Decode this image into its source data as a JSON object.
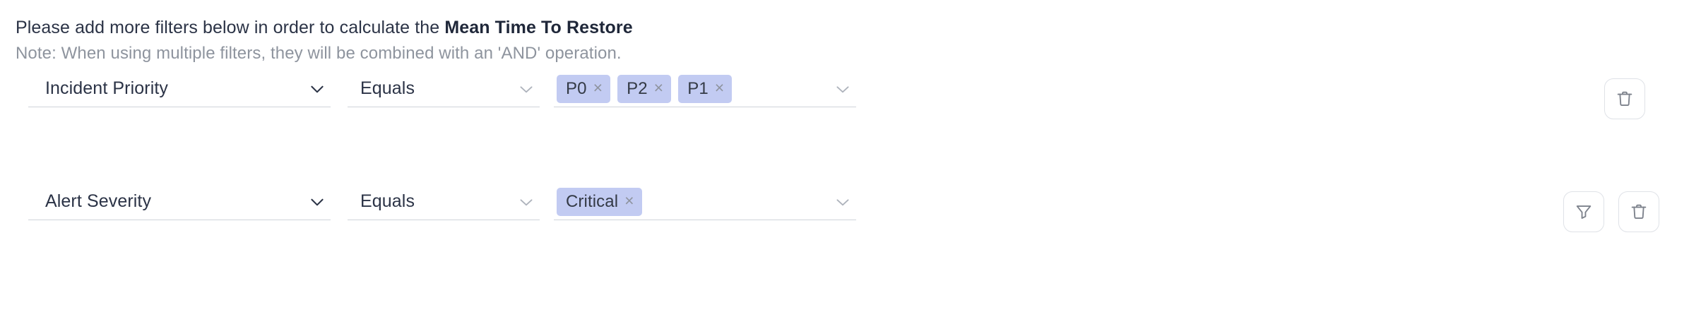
{
  "heading": {
    "text_prefix": "Please add more filters below in order to calculate the ",
    "text_strong": "Mean Time To Restore"
  },
  "note": {
    "text": "Note: When using multiple filters, they will be combined with an 'AND' operation."
  },
  "colors": {
    "chip_background": "#c2cbf2",
    "chip_text": "#343a46",
    "heading_text": "#2b3346",
    "note_text": "#8e949e",
    "field_underline": "#cfd3da",
    "button_border": "#dfe2e7",
    "icon_stroke": "#7d828c"
  },
  "filters": [
    {
      "field": {
        "value": "Incident Priority",
        "chevron": "chevron-down-icon"
      },
      "operator": {
        "value": "Equals",
        "chevron": "chevron-down-icon"
      },
      "values": {
        "chips": [
          {
            "label": "P0",
            "remove": "×"
          },
          {
            "label": "P2",
            "remove": "×"
          },
          {
            "label": "P1",
            "remove": "×"
          }
        ],
        "chevron": "chevron-down-icon"
      },
      "actions": [
        {
          "name": "delete-filter-button",
          "icon": "trash-icon"
        }
      ]
    },
    {
      "field": {
        "value": "Alert Severity",
        "chevron": "chevron-down-icon"
      },
      "operator": {
        "value": "Equals",
        "chevron": "chevron-down-icon"
      },
      "values": {
        "chips": [
          {
            "label": "Critical",
            "remove": "×"
          }
        ],
        "chevron": "chevron-down-icon"
      },
      "actions": [
        {
          "name": "add-filter-button",
          "icon": "funnel-icon"
        },
        {
          "name": "delete-filter-button",
          "icon": "trash-icon"
        }
      ]
    }
  ]
}
